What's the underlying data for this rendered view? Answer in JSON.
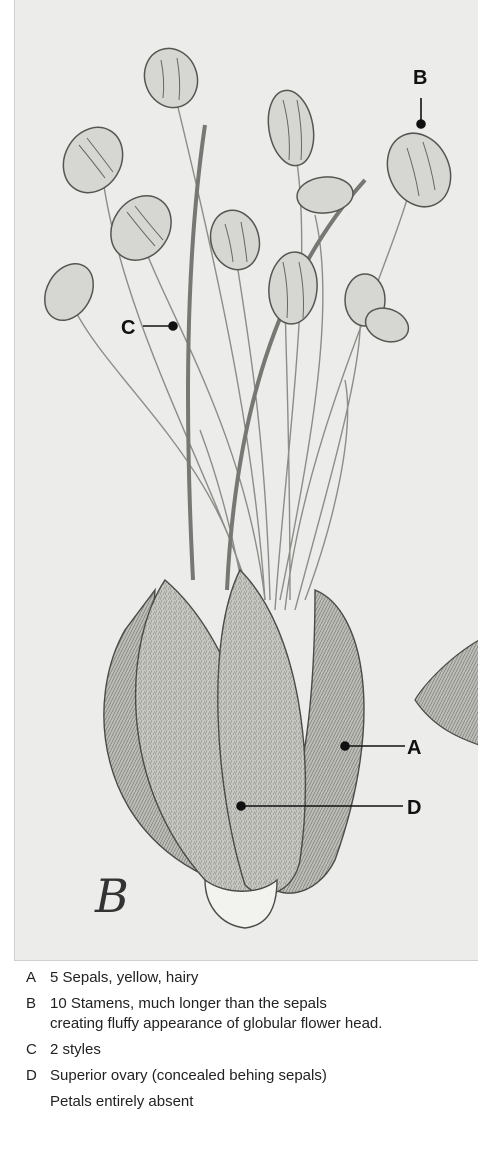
{
  "figure": {
    "panel_letter": "B",
    "markers": [
      {
        "id": "A",
        "label": "A"
      },
      {
        "id": "B",
        "label": "B"
      },
      {
        "id": "C",
        "label": "C"
      },
      {
        "id": "D",
        "label": "D"
      }
    ]
  },
  "legend": {
    "items": [
      {
        "key": "A",
        "lines": [
          "5 Sepals, yellow, hairy"
        ]
      },
      {
        "key": "B",
        "lines": [
          "10 Stamens, much longer than the sepals",
          "creating fluffy appearance of globular flower head."
        ]
      },
      {
        "key": "C",
        "lines": [
          "2 styles"
        ]
      },
      {
        "key": "D",
        "lines": [
          "Superior ovary (concealed behing sepals)"
        ]
      },
      {
        "key": "",
        "lines": [
          "Petals entirely absent"
        ]
      }
    ]
  },
  "colors": {
    "background": "#ececea",
    "ink": "#111111",
    "sepal_fill": "#b9b9b4",
    "anther_fill": "#d6d6d2"
  }
}
